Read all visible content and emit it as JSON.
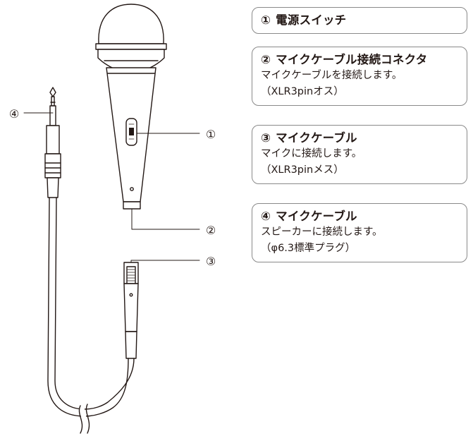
{
  "markers": {
    "switch": "①",
    "mic_connector": "②",
    "cable_mic_end": "③",
    "cable_plug_end": "④"
  },
  "callouts": [
    {
      "number": "①",
      "title": "電源スイッチ",
      "lines": []
    },
    {
      "number": "②",
      "title": "マイクケーブル接続コネクタ",
      "lines": [
        "マイクケーブルを接続します。",
        "（XLR3pinオス）"
      ]
    },
    {
      "number": "③",
      "title": "マイクケーブル",
      "lines": [
        "マイクに接続します。",
        "（XLR3pinメス）"
      ]
    },
    {
      "number": "④",
      "title": "マイクケーブル",
      "lines": [
        "スピーカーに接続します。",
        "（φ6.3標準プラグ）"
      ]
    }
  ]
}
